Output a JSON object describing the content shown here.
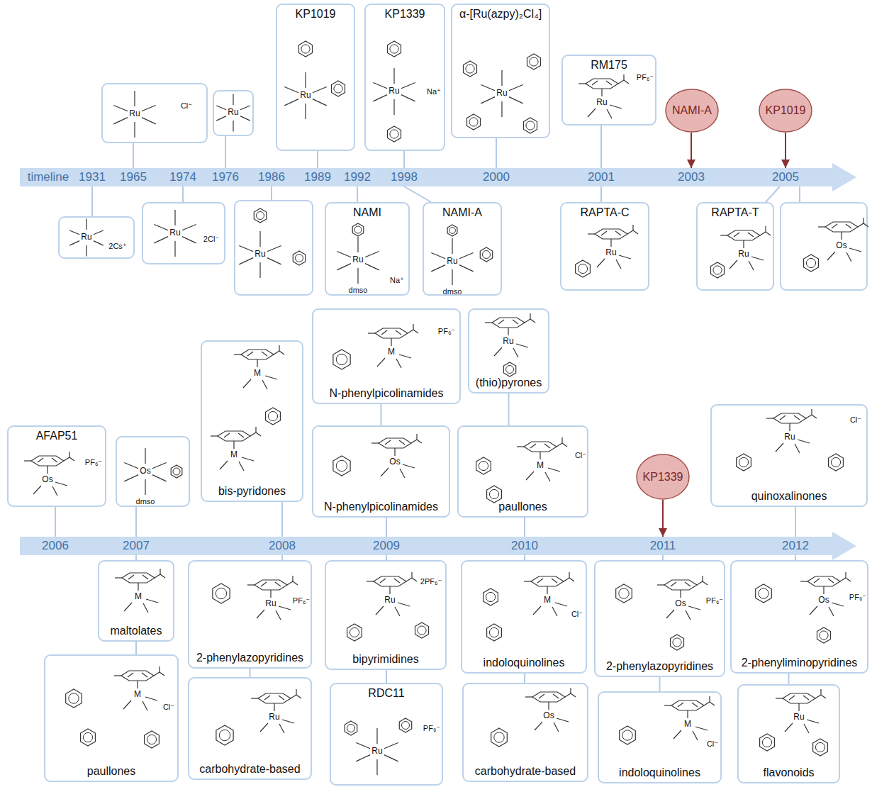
{
  "diagram": {
    "nodes": [
      {
        "text": [
          "timeline",
          "1931",
          "1965",
          "1974",
          "1976",
          "1986",
          "1989",
          "1992",
          "1998",
          "2000",
          "2001",
          "2003",
          "2005"
        ]
      },
      {
        "text": [
          "Ru",
          "Cl⁻"
        ]
      },
      {
        "text": [
          "Ru"
        ]
      },
      {
        "text": [
          "KP1019",
          "Ru"
        ]
      },
      {
        "text": [
          "KP1339",
          "Ru",
          "Na⁺"
        ]
      },
      {
        "text": [
          "α-[Ru(azpy)₂Cl₄]",
          "Ru"
        ]
      },
      {
        "text": [
          "RM175",
          "Ru",
          "PF₆⁻"
        ]
      },
      {
        "text": [
          "NAMI-A"
        ]
      },
      {
        "text": [
          "KP1019"
        ]
      },
      {
        "text": [
          "Ru",
          "2Cs⁺"
        ]
      },
      {
        "text": [
          "Ru",
          "2Cl⁻"
        ]
      },
      {
        "text": [
          "Ru"
        ]
      },
      {
        "text": [
          "NAMI",
          "Ru",
          "dmso",
          "Na⁺"
        ]
      },
      {
        "text": [
          "NAMI-A",
          "Ru",
          "dmso"
        ]
      },
      {
        "text": [
          "RAPTA-C",
          "Ru"
        ]
      },
      {
        "text": [
          "RAPTA-T",
          "Ru"
        ]
      },
      {
        "text": [
          "Os"
        ]
      },
      {
        "text": [
          "2006",
          "2007",
          "2008",
          "2009",
          "2010",
          "2011",
          "2012"
        ]
      },
      {
        "text": [
          "AFAP51",
          "Os",
          "PF₆⁻"
        ]
      },
      {
        "text": [
          "Os",
          "dmso"
        ]
      },
      {
        "text": [
          "M",
          "M",
          "bis-pyridones"
        ]
      },
      {
        "text": [
          "M",
          "PF₆⁻",
          "N-phenylpicolinamides"
        ]
      },
      {
        "text": [
          "Ru",
          "(thio)pyrones"
        ]
      },
      {
        "text": [
          "Os",
          "N-phenylpicolinamides"
        ]
      },
      {
        "text": [
          "M",
          "Cl⁻",
          "paullones"
        ]
      },
      {
        "text": [
          "KP1339"
        ]
      },
      {
        "text": [
          "Ru",
          "Cl⁻",
          "quinoxalinones"
        ]
      },
      {
        "text": [
          "M",
          "maltolates"
        ]
      },
      {
        "text": [
          "M",
          "Cl⁻",
          "paullones"
        ]
      },
      {
        "text": [
          "Ru",
          "PF₆⁻",
          "2-phenylazopyridines"
        ]
      },
      {
        "text": [
          "Ru",
          "carbohydrate-based"
        ]
      },
      {
        "text": [
          "Ru",
          "2PF₆⁻",
          "bipyrimidines"
        ]
      },
      {
        "text": [
          "RDC11",
          "Ru",
          "PF₆⁻"
        ]
      },
      {
        "text": [
          "M",
          "Cl⁻",
          "indoloquinolines"
        ]
      },
      {
        "text": [
          "Os",
          "carbohydrate-based"
        ]
      },
      {
        "text": [
          "Os",
          "PF₆⁻",
          "2-phenylazopyridines"
        ]
      },
      {
        "text": [
          "M",
          "Cl⁻",
          "indoloquinolines"
        ]
      },
      {
        "text": [
          "Os",
          "PF₆⁻",
          "2-phenyliminopyridines"
        ]
      },
      {
        "text": [
          "Ru",
          "flavonoids"
        ]
      }
    ],
    "edges": [
      {
        "from": 1,
        "to": 0,
        "arrow": "none"
      },
      {
        "from": 2,
        "to": 0,
        "arrow": "none"
      },
      {
        "from": 3,
        "to": 0,
        "arrow": "none"
      },
      {
        "from": 4,
        "to": 0,
        "arrow": "none"
      },
      {
        "from": 5,
        "to": 0,
        "arrow": "none"
      },
      {
        "from": 6,
        "to": 0,
        "arrow": "none"
      },
      {
        "from": 7,
        "to": 0,
        "arrow": "to"
      },
      {
        "from": 8,
        "to": 0,
        "arrow": "to"
      },
      {
        "from": 9,
        "to": 0,
        "arrow": "none"
      },
      {
        "from": 10,
        "to": 0,
        "arrow": "none"
      },
      {
        "from": 11,
        "to": 0,
        "arrow": "none"
      },
      {
        "from": 12,
        "to": 0,
        "arrow": "none"
      },
      {
        "from": 13,
        "to": 0,
        "arrow": "none"
      },
      {
        "from": 14,
        "to": 0,
        "arrow": "none"
      },
      {
        "from": 15,
        "to": 0,
        "arrow": "none"
      },
      {
        "from": 16,
        "to": 0,
        "arrow": "none"
      },
      {
        "from": 18,
        "to": 17,
        "arrow": "none"
      },
      {
        "from": 19,
        "to": 17,
        "arrow": "none"
      },
      {
        "from": 20,
        "to": 17,
        "arrow": "none"
      },
      {
        "from": 21,
        "to": 23,
        "arrow": "none"
      },
      {
        "from": 22,
        "to": 24,
        "arrow": "none"
      },
      {
        "from": 23,
        "to": 17,
        "arrow": "none"
      },
      {
        "from": 24,
        "to": 17,
        "arrow": "none"
      },
      {
        "from": 25,
        "to": 17,
        "arrow": "to"
      },
      {
        "from": 26,
        "to": 17,
        "arrow": "none"
      },
      {
        "from": 27,
        "to": 17,
        "arrow": "none"
      },
      {
        "from": 28,
        "to": 27,
        "arrow": "none"
      },
      {
        "from": 29,
        "to": 17,
        "arrow": "none"
      },
      {
        "from": 30,
        "to": 29,
        "arrow": "none"
      },
      {
        "from": 31,
        "to": 17,
        "arrow": "none"
      },
      {
        "from": 32,
        "to": 31,
        "arrow": "none"
      },
      {
        "from": 33,
        "to": 17,
        "arrow": "none"
      },
      {
        "from": 34,
        "to": 33,
        "arrow": "none"
      },
      {
        "from": 35,
        "to": 17,
        "arrow": "none"
      },
      {
        "from": 36,
        "to": 35,
        "arrow": "none"
      },
      {
        "from": 37,
        "to": 17,
        "arrow": "none"
      },
      {
        "from": 38,
        "to": 37,
        "arrow": "none"
      }
    ]
  }
}
